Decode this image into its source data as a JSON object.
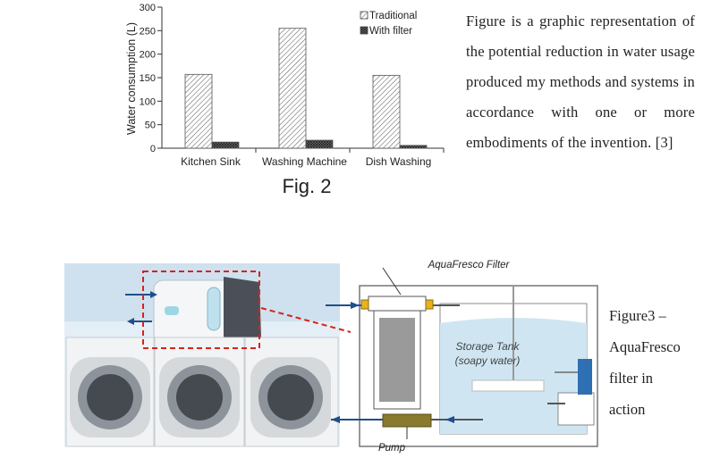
{
  "chart_data": {
    "type": "bar",
    "categories": [
      "Kitchen Sink",
      "Washing Machine",
      "Dish Washing"
    ],
    "series": [
      {
        "name": "Traditional",
        "values": [
          157,
          255,
          155
        ],
        "pattern": "diagonal-hatch"
      },
      {
        "name": "With filter",
        "values": [
          13,
          17,
          6
        ],
        "pattern": "dark-crosshatch"
      }
    ],
    "ylabel": "Water consumption (L)",
    "xlabel": "",
    "yticks": [
      "0",
      "50",
      "100",
      "150",
      "200",
      "250",
      "300"
    ],
    "ylim": [
      0,
      300
    ],
    "legend": "top-right",
    "grid": false
  },
  "figure2": {
    "label": "Fig. 2"
  },
  "paragraph": {
    "text": "Figure is a graphic representation of the potential reduction in water usage produced my methods and systems in accordance with one or more embodiments of the invention. [3]"
  },
  "figure3": {
    "filter_label": "AquaFresco Filter",
    "tank_label_line1": "Storage Tank",
    "tank_label_line2": "(soapy water)",
    "pump_label": "Pump",
    "caption_lines": [
      "Figure3 –",
      "AquaFresco",
      "filter in",
      "action"
    ],
    "colors": {
      "sky": "#c9dcea",
      "tank_water": "#cfe6f2",
      "arrow": "#1f4e8c",
      "dashed_box": "#d4241c",
      "pump": "#8a7a2e",
      "valve": "#2f6fb3"
    }
  }
}
